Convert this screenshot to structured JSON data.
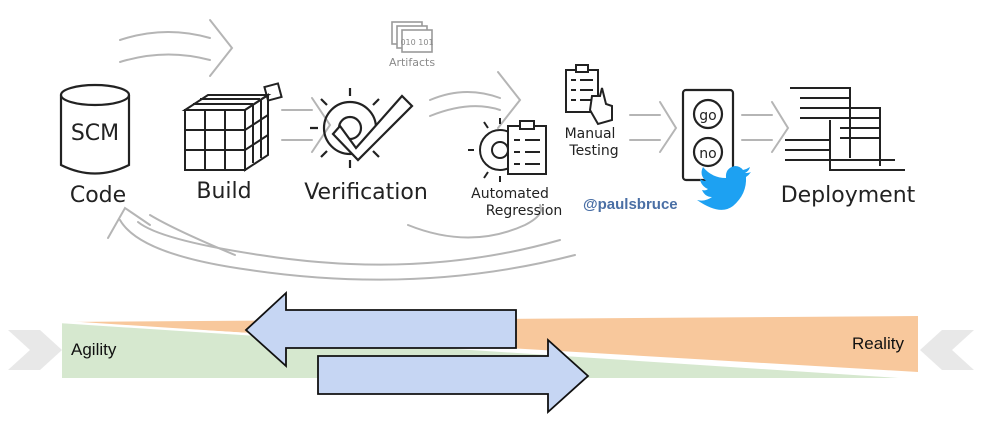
{
  "pipeline": {
    "stages": [
      {
        "label": "Code",
        "icon_text": "SCM",
        "icon": "database-icon"
      },
      {
        "label": "Build",
        "icon": "cube-grid-icon"
      },
      {
        "label": "Verification",
        "icon": "gear-check-icon"
      },
      {
        "label": "Automated Regression",
        "line1": "Automated",
        "line2": "Regression",
        "icon": "gear-checklist-icon"
      },
      {
        "label": "Manual Testing",
        "line1": "Manual",
        "line2": "Testing",
        "icon": "clipboard-hand-icon"
      },
      {
        "label": "go / no",
        "go": "go",
        "no": "no",
        "icon": "traffic-light-icon"
      },
      {
        "label": "Deployment",
        "icon": "servers-icon"
      }
    ],
    "artifacts_label": "Artifacts",
    "artifacts_icon_text": "010 101",
    "handle": "@paulsbruce",
    "handle_icon": "twitter-bird-icon"
  },
  "spectrum": {
    "left_label": "Agility",
    "right_label": "Reality",
    "colors": {
      "agility": "#d6e8cf",
      "reality": "#f8c89c",
      "arrow_fill": "#c6d6f3",
      "arrow_stroke": "#111111",
      "side_arrow": "#e8e8e8"
    }
  }
}
